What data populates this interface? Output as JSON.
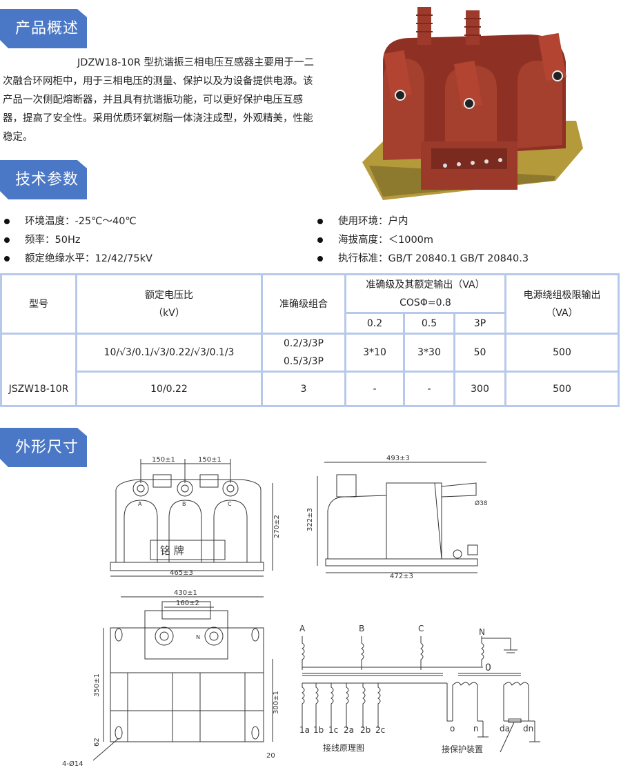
{
  "sections": {
    "overview": "产品概述",
    "tech": "技术参数",
    "dims": "外形尺寸"
  },
  "intro": {
    "model": "JDZW18-10R",
    "text": "型抗谐振三相电压互感器主要用于一二次融合环网柜中，用于三相电压的测量、保护以及为设备提供电源。该产品一次侧配熔断器，并且具有抗谐振功能，可以更好保护电压互感器，提高了安全性。采用优质环氧树脂一体浇注成型，外观精美，性能稳定。"
  },
  "specs": {
    "left": [
      "环境温度：-25℃～40℃",
      "频率：50Hz",
      "额定绝缘水平：12/42/75kV"
    ],
    "right": [
      "使用环境：户内",
      "海拔高度：＜1000m",
      "执行标准：GB/T 20840.1  GB/T 20840.3"
    ]
  },
  "table": {
    "h_model": "型号",
    "h_ratio": "额定电压比",
    "h_ratio_unit": "（kV）",
    "h_combo": "准确级组合",
    "h_output": "准确级及其额定输出（VA）",
    "h_cos": "COSΦ=0.8",
    "h_c1": "0.2",
    "h_c2": "0.5",
    "h_c3": "3P",
    "h_limit": "电源绕组极限输出",
    "h_limit_unit": "（VA）",
    "model": "JSZW18-10R",
    "rows": [
      {
        "ratio": "10/√3/0.1/√3/0.22/√3/0.1/3",
        "combo1": "0.2/3/3P",
        "combo2": "0.5/3/3P",
        "c1": "3*10",
        "c2": "3*30",
        "c3": "50",
        "limit": "500"
      },
      {
        "ratio": "10/0.22",
        "combo1": "3",
        "c1": "-",
        "c2": "-",
        "c3": "300",
        "limit": "500"
      }
    ]
  },
  "drawing": {
    "front": {
      "d1": "150±1",
      "d2": "150±1",
      "h": "270±2",
      "w": "465±3",
      "plate": "铭  牌",
      "a": "A",
      "b": "B",
      "c": "C"
    },
    "side": {
      "w": "493±3",
      "h": "322±3",
      "dia": "Ø38",
      "base": "472±3"
    },
    "top": {
      "w": "430±1",
      "w2": "160±2",
      "h1": "350±1",
      "h2": "300±1",
      "h3": "62",
      "holes": "4-Ø14",
      "e": "20",
      "n": "N"
    },
    "wiring": {
      "A": "A",
      "B": "B",
      "C": "C",
      "N": "N",
      "O": "0",
      "terms": [
        "1a",
        "1b",
        "1c",
        "2a",
        "2b",
        "2c"
      ],
      "o": "o",
      "n": "n",
      "da": "da",
      "dn": "dn",
      "caption": "接线原理图",
      "protect": "接保护装置"
    }
  }
}
